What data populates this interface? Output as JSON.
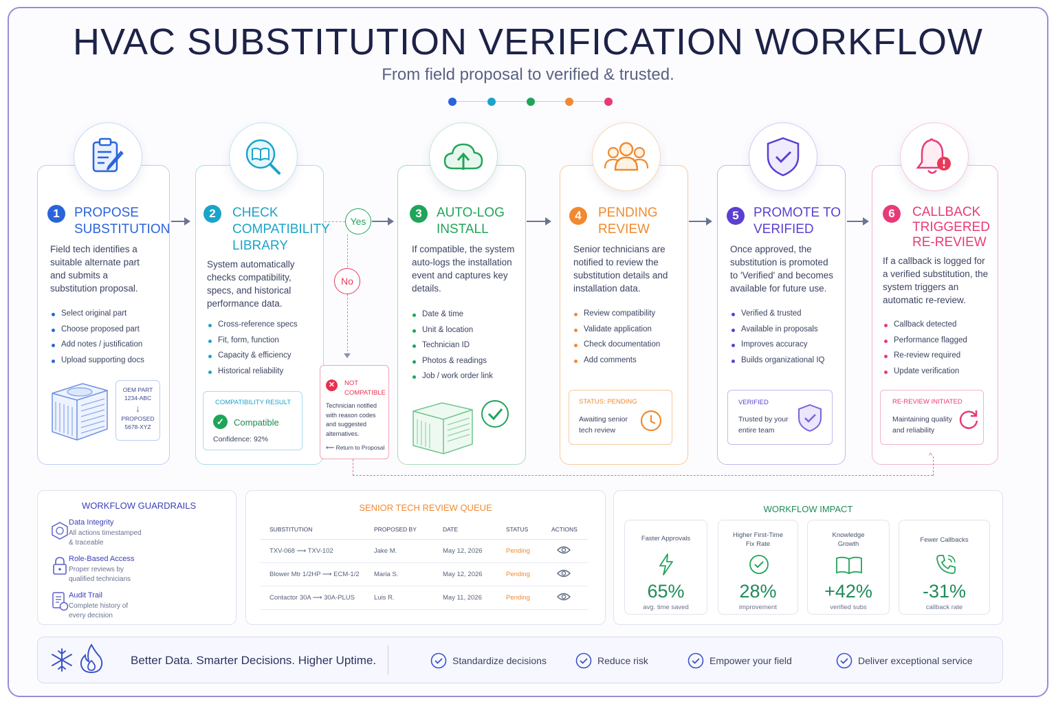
{
  "header": {
    "title": "HVAC SUBSTITUTION VERIFICATION WORKFLOW",
    "subtitle": "From field proposal to verified & trusted."
  },
  "colors": {
    "blue": "#2a63dc",
    "teal": "#1aa4c8",
    "green": "#20a45a",
    "orange": "#f08a30",
    "purple": "#5b3fd0",
    "pink": "#e83a78"
  },
  "steps": [
    {
      "number": "1",
      "title_line1": "PROPOSE",
      "title_line2": "SUBSTITUTION",
      "icon": "clipboard-edit-icon",
      "description": "Field tech identifies a suitable alternate part and submits a substitution proposal.",
      "bullets": [
        "Select original part",
        "Choose proposed part",
        "Add notes / justification",
        "Upload supporting docs"
      ],
      "part_box": {
        "oem_label": "OEM PART",
        "oem_value": "1234-ABC",
        "proposed_label": "PROPOSED",
        "proposed_value": "5678-XYZ"
      }
    },
    {
      "number": "2",
      "title_line1": "CHECK",
      "title_line2": "COMPATIBILITY",
      "title_line3": "LIBRARY",
      "icon": "book-search-icon",
      "description": "System automatically checks compatibility, specs, and historical performance data.",
      "bullets": [
        "Cross-reference specs",
        "Fit, form, function",
        "Capacity & efficiency",
        "Historical reliability"
      ],
      "result": {
        "heading": "COMPATIBILITY RESULT",
        "status": "Compatible",
        "confidence": "Confidence: 92%"
      }
    },
    {
      "number": "3",
      "title_line1": "AUTO-LOG",
      "title_line2": "INSTALL",
      "icon": "cloud-upload-icon",
      "description": "If compatible, the system auto-logs the installation event and captures key details.",
      "bullets": [
        "Date & time",
        "Unit & location",
        "Technician ID",
        "Photos & readings",
        "Job / work order link"
      ]
    },
    {
      "number": "4",
      "title_line1": "PENDING",
      "title_line2": "REVIEW",
      "icon": "users-icon",
      "description": "Senior technicians are notified to review the substitution details and installation data.",
      "bullets": [
        "Review compatibility",
        "Validate application",
        "Check documentation",
        "Add comments"
      ],
      "status_box": {
        "heading": "STATUS: PENDING",
        "text_line1": "Awaiting senior",
        "text_line2": "tech review"
      }
    },
    {
      "number": "5",
      "title_line1": "PROMOTE TO",
      "title_line2": "VERIFIED",
      "icon": "shield-check-icon",
      "description": "Once approved, the substitution is promoted to 'Verified' and becomes available for future use.",
      "bullets": [
        "Verified & trusted",
        "Available in proposals",
        "Improves accuracy",
        "Builds organizational IQ"
      ],
      "status_box": {
        "heading": "VERIFIED",
        "text_line1": "Trusted by your",
        "text_line2": "entire team"
      }
    },
    {
      "number": "6",
      "title_line1": "CALLBACK",
      "title_line2": "TRIGGERED",
      "title_line3": "RE-REVIEW",
      "icon": "bell-alert-icon",
      "description": "If a callback is logged for a verified substitution, the system triggers an automatic re-review.",
      "bullets": [
        "Callback detected",
        "Performance flagged",
        "Re-review required",
        "Update verification"
      ],
      "status_box": {
        "heading": "RE-REVIEW INITIATED",
        "text_line1": "Maintaining quality",
        "text_line2": "and reliability"
      }
    }
  ],
  "decision": {
    "yes": "Yes",
    "no": "No",
    "not_compatible_line1": "NOT",
    "not_compatible_line2": "COMPATIBLE",
    "not_compatible_text": "Technician notified with reason codes and suggested alternatives.",
    "return_link": "Return to Proposal"
  },
  "guardrails": {
    "title": "WORKFLOW GUARDRAILS",
    "items": [
      {
        "title": "Data Integrity",
        "line1": "All actions timestamped",
        "line2": "& traceable",
        "icon": "hexagon-icon"
      },
      {
        "title": "Role-Based Access",
        "line1": "Proper reviews by",
        "line2": "qualified technicians",
        "icon": "lock-icon"
      },
      {
        "title": "Audit Trail",
        "line1": "Complete history of",
        "line2": "every decision",
        "icon": "document-history-icon"
      }
    ]
  },
  "queue": {
    "title": "SENIOR TECH REVIEW QUEUE",
    "columns": [
      "SUBSTITUTION",
      "PROPOSED BY",
      "DATE",
      "STATUS",
      "ACTIONS"
    ],
    "rows": [
      {
        "substitution": "TXV-068 ⟶ TXV-102",
        "proposed_by": "Jake M.",
        "date": "May 12, 2026",
        "status": "Pending"
      },
      {
        "substitution": "Blower Mtr 1/2HP ⟶ ECM-1/2",
        "proposed_by": "Maria S.",
        "date": "May 12, 2026",
        "status": "Pending"
      },
      {
        "substitution": "Contactor 30A ⟶ 30A-PLUS",
        "proposed_by": "Luis R.",
        "date": "May 11, 2026",
        "status": "Pending"
      }
    ]
  },
  "impact": {
    "title": "WORKFLOW IMPACT",
    "metrics": [
      {
        "label_line1": "Faster Approvals",
        "label_line2": "",
        "value": "65%",
        "sub": "avg. time saved",
        "icon": "lightning-icon"
      },
      {
        "label_line1": "Higher First-Time",
        "label_line2": "Fix Rate",
        "value": "28%",
        "sub": "improvement",
        "icon": "check-circle-icon"
      },
      {
        "label_line1": "Knowledge",
        "label_line2": "Growth",
        "value": "+42%",
        "sub": "verified subs",
        "icon": "open-book-icon"
      },
      {
        "label_line1": "Fewer Callbacks",
        "label_line2": "",
        "value": "-31%",
        "sub": "callback rate",
        "icon": "phone-icon"
      }
    ]
  },
  "banner": {
    "tagline": "Better Data. Smarter Decisions. Higher Uptime.",
    "items": [
      "Standardize decisions",
      "Reduce risk",
      "Empower your field",
      "Deliver exceptional service"
    ]
  }
}
